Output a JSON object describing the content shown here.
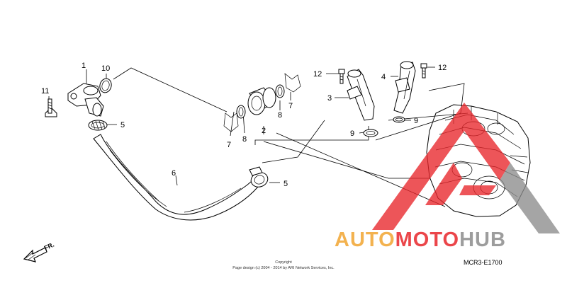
{
  "callouts": {
    "c1": "1",
    "c2": "2",
    "c3": "3",
    "c4": "4",
    "c5a": "5",
    "c5b": "5",
    "c6": "6",
    "c7a": "7",
    "c7b": "7",
    "c8a": "8",
    "c8b": "8",
    "c9a": "9",
    "c9b": "9",
    "c10": "10",
    "c11": "11",
    "c12a": "12",
    "c12b": "12"
  },
  "direction_label": "FR.",
  "copyright": {
    "line1": "Copyright",
    "line2": "Page design (c) 2004 - 2014 by ARI Network Services, Inc."
  },
  "diagram_code": "MCR3-E1700",
  "watermark": {
    "text_part1": "AUTO",
    "text_part2": "MOTO",
    "text_part3": "HUB",
    "colors": {
      "red": "#e8262b",
      "orange": "#f2a531",
      "gray": "#8c8c8c"
    }
  }
}
